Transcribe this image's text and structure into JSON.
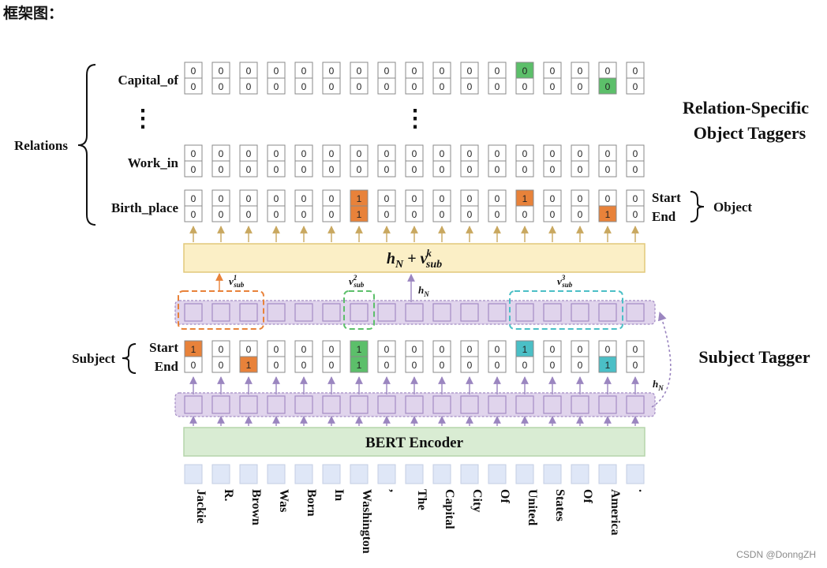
{
  "header": {
    "title": "框架图："
  },
  "watermark": "CSDN @DonngZH",
  "colors": {
    "orange": "#e8823a",
    "green": "#5cbf6a",
    "teal": "#4bbfc6",
    "purple_fill": "#e0d4ec",
    "purple_stroke": "#a38cc4",
    "yellow_fill": "#fbefc6",
    "yellow_stroke": "#e2c97a",
    "green_fill": "#d9ecd3",
    "token_fill": "#dfe7f7",
    "arrow_tan": "#c9a860",
    "arrow_purple": "#9b86c0"
  },
  "tokens": [
    "Jackie",
    "R.",
    "Brown",
    "Was",
    "Born",
    "In",
    "Washington",
    ",",
    "The",
    "Capital",
    "City",
    "Of",
    "United",
    "States",
    "Of",
    "America",
    "."
  ],
  "left_labels": {
    "relations": "Relations",
    "capital_of": "Capital_of",
    "work_in": "Work_in",
    "birth_place": "Birth_place",
    "subject": "Subject",
    "start": "Start",
    "end": "End",
    "dots": "⋮"
  },
  "right_labels": {
    "object_taggers_line1": "Relation-Specific",
    "object_taggers_line2": "Object Taggers",
    "start": "Start",
    "end": "End",
    "object": "Object",
    "subject_tagger": "Subject Tagger"
  },
  "bars": {
    "top_base": "h",
    "top_base_sub": "N",
    "top_plus": " + v",
    "top_v_sub": "sub",
    "top_v_sup": "k",
    "encoder": "BERT Encoder"
  },
  "annotations": {
    "v": "v",
    "sub": "sub",
    "v1_sup": "1",
    "v2_sup": "2",
    "v3_sup": "3",
    "h": "h",
    "h_sub": "N"
  },
  "tag_rows": {
    "capital_of": {
      "start": [
        0,
        0,
        0,
        0,
        0,
        0,
        0,
        0,
        0,
        0,
        0,
        0,
        0,
        0,
        0,
        0,
        0
      ],
      "end": [
        0,
        0,
        0,
        0,
        0,
        0,
        0,
        0,
        0,
        0,
        0,
        0,
        0,
        0,
        0,
        0,
        0
      ],
      "start_colors": {
        "12": "green"
      },
      "end_colors": {
        "15": "green"
      }
    },
    "work_in": {
      "start": [
        0,
        0,
        0,
        0,
        0,
        0,
        0,
        0,
        0,
        0,
        0,
        0,
        0,
        0,
        0,
        0,
        0
      ],
      "end": [
        0,
        0,
        0,
        0,
        0,
        0,
        0,
        0,
        0,
        0,
        0,
        0,
        0,
        0,
        0,
        0,
        0
      ],
      "start_colors": {},
      "end_colors": {}
    },
    "birth_place": {
      "start": [
        0,
        0,
        0,
        0,
        0,
        0,
        1,
        0,
        0,
        0,
        0,
        0,
        1,
        0,
        0,
        0,
        0
      ],
      "end": [
        0,
        0,
        0,
        0,
        0,
        0,
        1,
        0,
        0,
        0,
        0,
        0,
        0,
        0,
        0,
        1,
        0
      ],
      "start_colors": {
        "6": "orange",
        "12": "orange"
      },
      "end_colors": {
        "6": "orange",
        "15": "orange"
      }
    },
    "subject": {
      "start": [
        1,
        0,
        0,
        0,
        0,
        0,
        1,
        0,
        0,
        0,
        0,
        0,
        1,
        0,
        0,
        0,
        0
      ],
      "end": [
        0,
        0,
        1,
        0,
        0,
        0,
        1,
        0,
        0,
        0,
        0,
        0,
        0,
        0,
        0,
        1,
        0
      ],
      "start_colors": {
        "0": "orange",
        "6": "green",
        "12": "teal"
      },
      "end_colors": {
        "2": "orange",
        "6": "green",
        "15": "teal"
      }
    }
  }
}
